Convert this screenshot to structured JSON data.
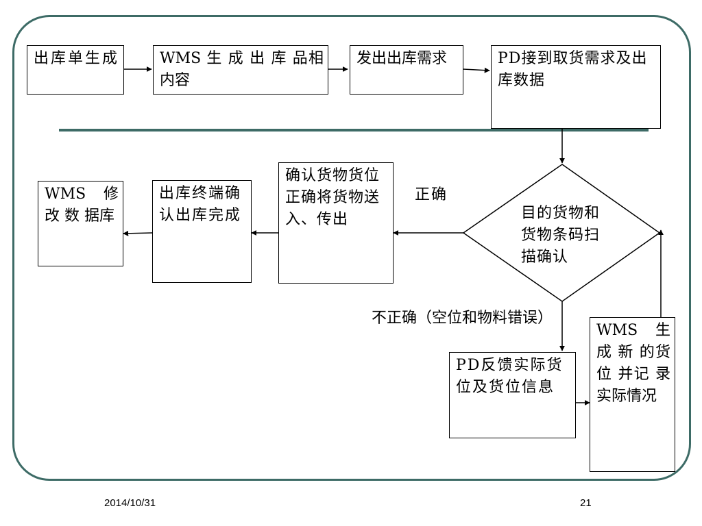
{
  "nodes": {
    "outbound_order": "出库单生成",
    "wms_generate_items": "WMS 生 成 出 库 品相内容",
    "issue_demand": "发出出库需求",
    "pd_receive": "PD接到取货需求及出库数据",
    "scan_confirm": "目的货物和货物条码扫描确认",
    "confirm_location": "确认货物货位正确将货物送入、传出",
    "terminal_confirm": "出库终端确认出库完成",
    "wms_modify_db": "WMS 修改 数 据库",
    "pd_feedback": "PD反馈实际货位及货位信息",
    "wms_new_location": "WMS 生成 新 的货 位 并记 录 实际情况"
  },
  "edge_labels": {
    "correct": "正确",
    "incorrect": "不正确（空位和物料错误）"
  },
  "footer": {
    "date": "2014/10/31",
    "page_number": "21"
  }
}
